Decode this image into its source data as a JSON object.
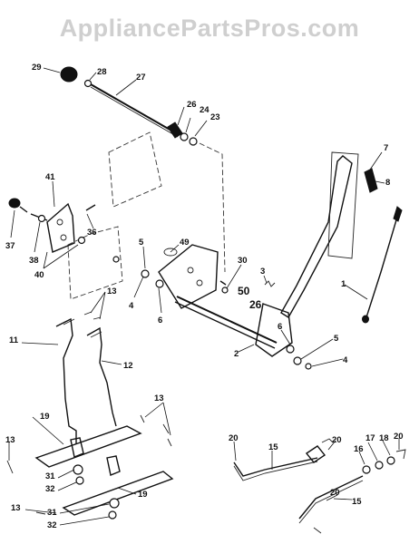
{
  "watermark": "AppliancePartsPros.com",
  "callouts": [
    "1",
    "2",
    "3",
    "4",
    "4",
    "5",
    "5",
    "6",
    "6",
    "7",
    "8",
    "11",
    "12",
    "13",
    "13",
    "13",
    "13",
    "15",
    "15",
    "16",
    "17",
    "18",
    "19",
    "19",
    "20",
    "20",
    "20",
    "20",
    "23",
    "24",
    "26",
    "26",
    "27",
    "28",
    "29",
    "30",
    "31",
    "31",
    "32",
    "32",
    "36",
    "37",
    "38",
    "40",
    "41",
    "49",
    "50"
  ]
}
